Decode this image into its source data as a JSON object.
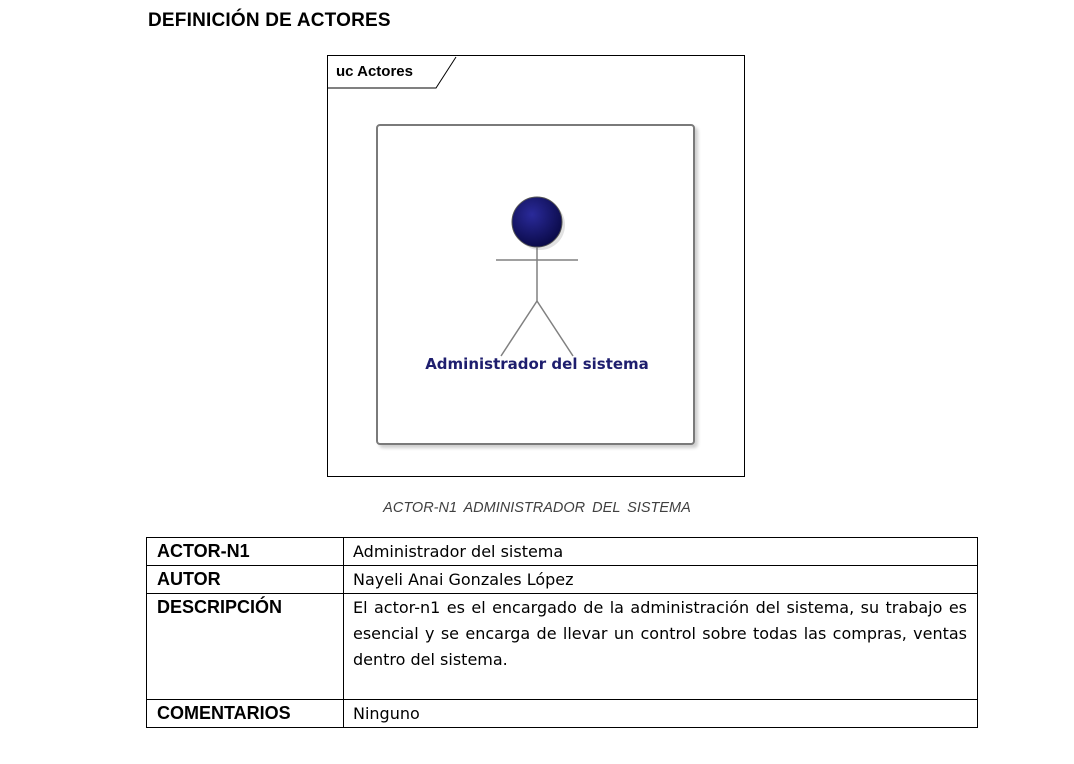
{
  "page": {
    "title": "DEFINICIÓN DE ACTORES"
  },
  "diagram": {
    "frame_label": "uc Actores",
    "actor_name": "Administrador del sistema",
    "colors": {
      "actor_head": "#1a1a6e",
      "actor_label": "#1e1e6e",
      "boundary": "#7a7a7a"
    }
  },
  "caption": "ACTOR-N1  ADMINISTRADOR  DEL  SISTEMA",
  "table": {
    "rows": [
      {
        "key": "ACTOR-N1",
        "value": "Administrador del sistema"
      },
      {
        "key": "AUTOR",
        "value": "Nayeli Anai Gonzales López"
      },
      {
        "key": "DESCRIPCIÓN",
        "value": "El actor-n1 es el encargado de la administración del sistema, su trabajo es esencial y se encarga de llevar un control sobre todas las compras, ventas dentro del sistema."
      },
      {
        "key": "COMENTARIOS",
        "value": "Ninguno"
      }
    ]
  }
}
